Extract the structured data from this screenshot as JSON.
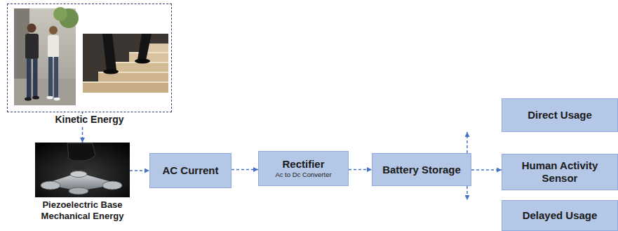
{
  "diagram": {
    "nodes": [
      {
        "text": [
          "Kinetic Energy"
        ]
      },
      {
        "text": [
          "Piezoelectric Base Mechanical Energy"
        ]
      },
      {
        "text": [
          "AC Current"
        ]
      },
      {
        "text": [
          "Rectifier",
          "Ac to Dc Converter"
        ]
      },
      {
        "text": [
          "Battery Storage"
        ]
      },
      {
        "text": [
          "Direct Usage"
        ]
      },
      {
        "text": [
          "Human Activity Sensor"
        ]
      },
      {
        "text": [
          "Delayed Usage"
        ]
      }
    ],
    "edges": [
      {
        "from": 0,
        "to": 1,
        "arrow": "to"
      },
      {
        "from": 1,
        "to": 2,
        "arrow": "to"
      },
      {
        "from": 2,
        "to": 3,
        "arrow": "to"
      },
      {
        "from": 3,
        "to": 4,
        "arrow": "to"
      },
      {
        "from": 4,
        "to": 5,
        "arrow": "to"
      },
      {
        "from": 4,
        "to": 6,
        "arrow": "to"
      },
      {
        "from": 4,
        "to": 7,
        "arrow": "to"
      }
    ]
  }
}
